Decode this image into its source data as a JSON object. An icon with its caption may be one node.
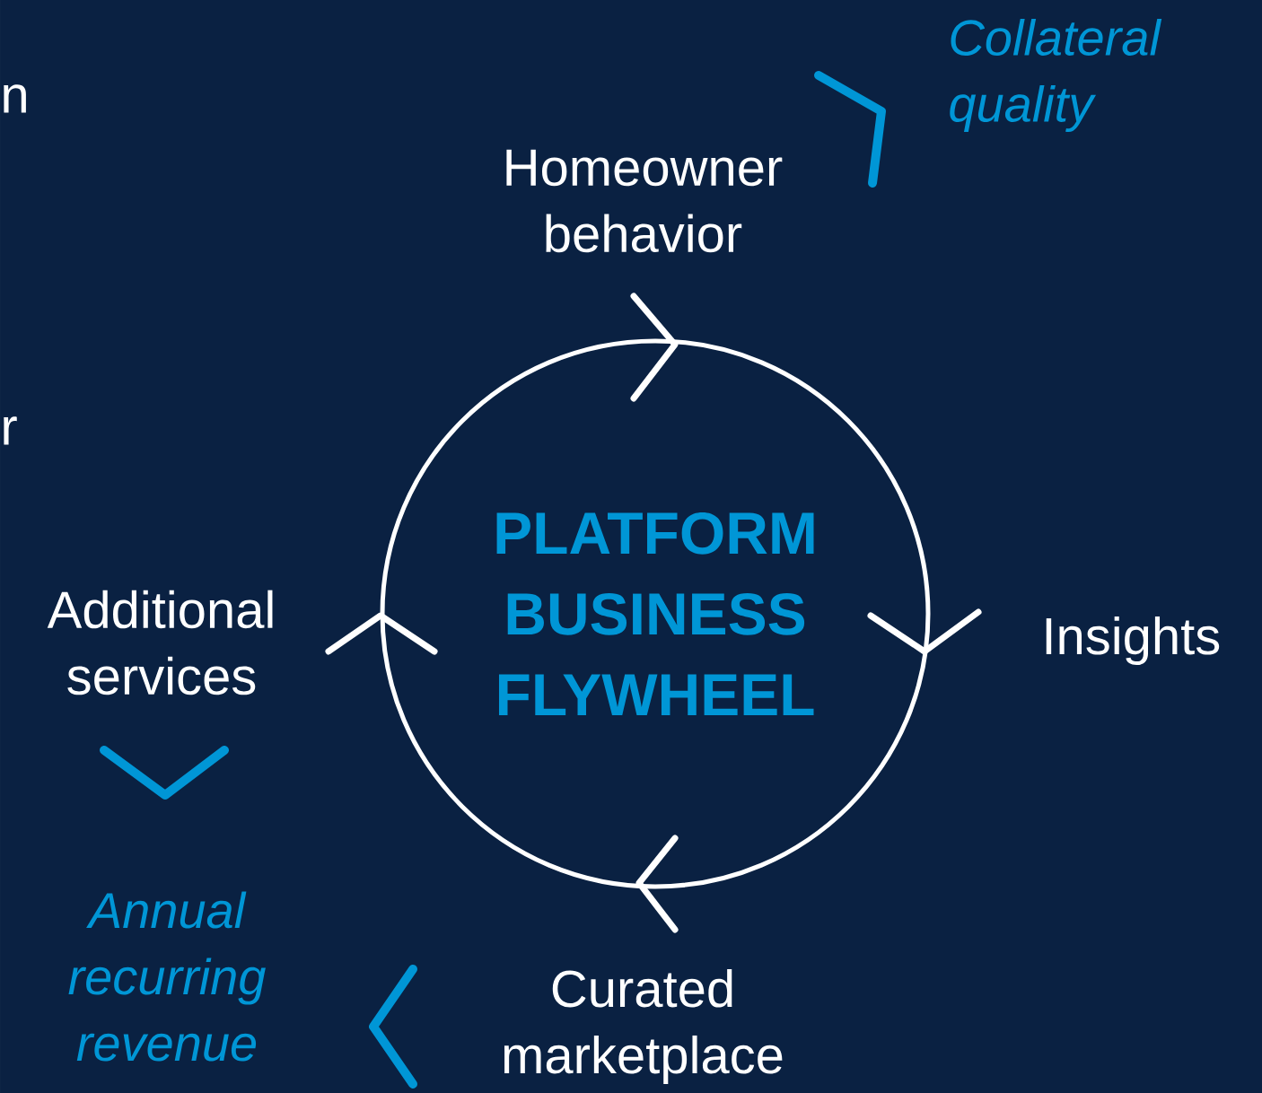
{
  "diagram": {
    "nodes": [
      {
        "text": [
          "PLATFORM BUSINESS FLYWHEEL"
        ]
      }
    ],
    "labels": [
      "n",
      "Collateral quality",
      "Homeowner behavior",
      "r",
      "Additional services",
      "Insights",
      "Annual recurring revenue",
      "Curated marketplace"
    ]
  }
}
